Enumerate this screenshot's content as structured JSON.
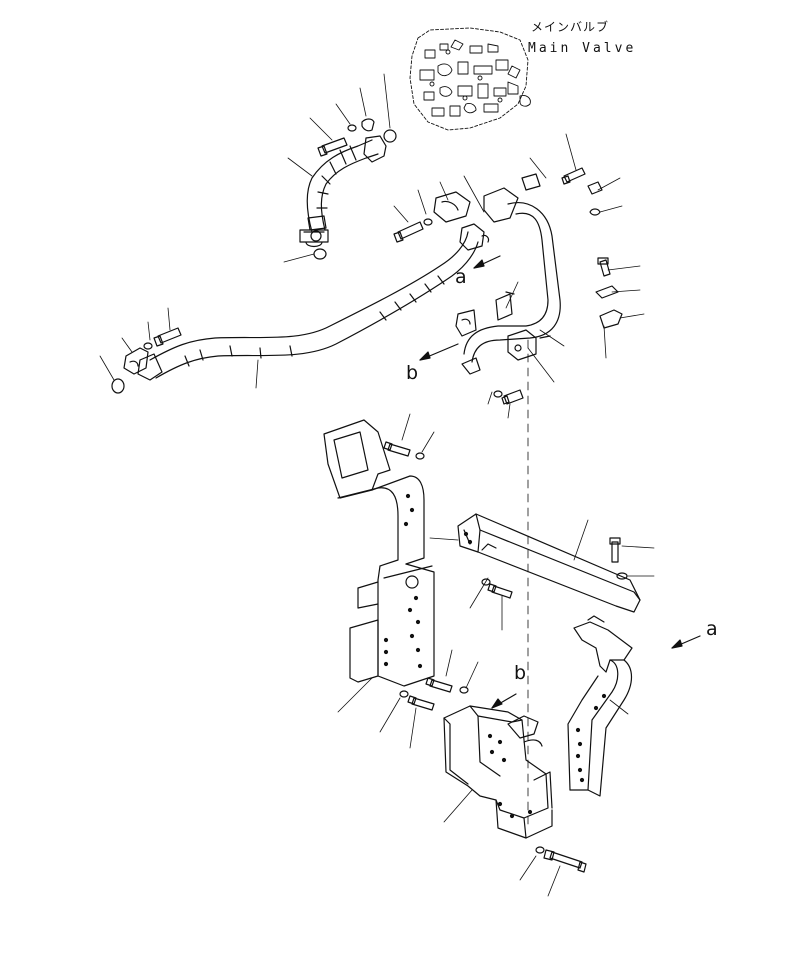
{
  "diagram": {
    "main_valve_label_jp": "メインバルブ",
    "main_valve_label_en": "Main Valve",
    "view_refs": {
      "a_top": "a",
      "b_top": "b",
      "a_right": "a",
      "b_bottom": "b"
    },
    "colors": {
      "line": "#111111",
      "background": "#ffffff"
    }
  }
}
